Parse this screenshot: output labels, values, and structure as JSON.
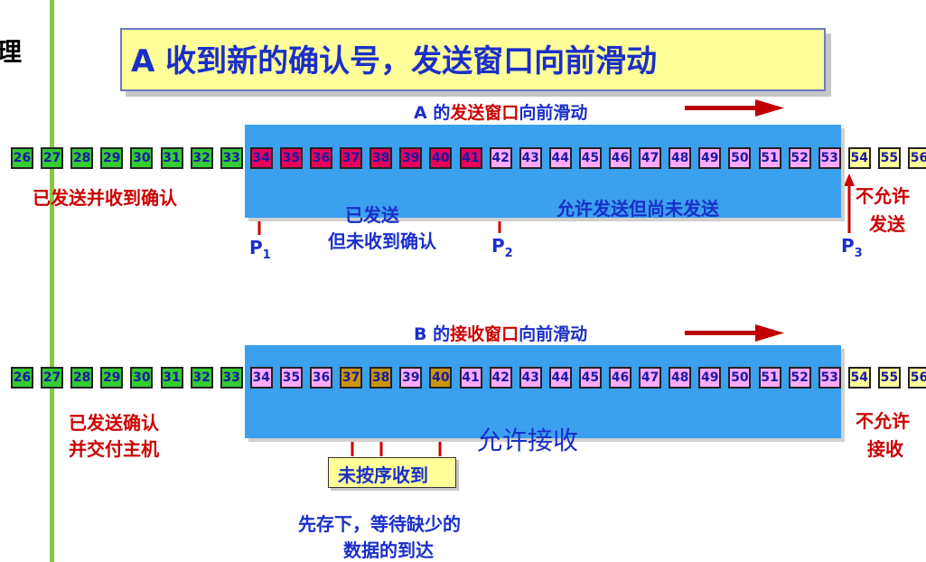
{
  "edge_char": "理",
  "title": "A 收到新的确认号，发送窗口向前滑动",
  "sender": {
    "heading_prefix": "A 的",
    "heading_red": "发送窗口",
    "heading_suffix": "向前滑动",
    "cells": [
      {
        "n": "26",
        "c": "g"
      },
      {
        "n": "27",
        "c": "g"
      },
      {
        "n": "28",
        "c": "g"
      },
      {
        "n": "29",
        "c": "g"
      },
      {
        "n": "30",
        "c": "g"
      },
      {
        "n": "31",
        "c": "g"
      },
      {
        "n": "32",
        "c": "g"
      },
      {
        "n": "33",
        "c": "g"
      },
      {
        "n": "34",
        "c": "r"
      },
      {
        "n": "35",
        "c": "r"
      },
      {
        "n": "36",
        "c": "r"
      },
      {
        "n": "37",
        "c": "r"
      },
      {
        "n": "38",
        "c": "r"
      },
      {
        "n": "39",
        "c": "r"
      },
      {
        "n": "40",
        "c": "r"
      },
      {
        "n": "41",
        "c": "r"
      },
      {
        "n": "42",
        "c": "p"
      },
      {
        "n": "43",
        "c": "p"
      },
      {
        "n": "44",
        "c": "p"
      },
      {
        "n": "45",
        "c": "p"
      },
      {
        "n": "46",
        "c": "p"
      },
      {
        "n": "47",
        "c": "p"
      },
      {
        "n": "48",
        "c": "p"
      },
      {
        "n": "49",
        "c": "p"
      },
      {
        "n": "50",
        "c": "p"
      },
      {
        "n": "51",
        "c": "p"
      },
      {
        "n": "52",
        "c": "p"
      },
      {
        "n": "53",
        "c": "p"
      },
      {
        "n": "54",
        "c": "y"
      },
      {
        "n": "55",
        "c": "y"
      },
      {
        "n": "56",
        "c": "y"
      }
    ],
    "label_acked": "已发送并收到确认",
    "label_sent_line1": "已发送",
    "label_sent_line2": "但未收到确认",
    "label_allowed": "允许发送但尚未发送",
    "label_not_allowed_line1": "不允许",
    "label_not_allowed_line2": "发送",
    "p1": "P",
    "p1_sub": "1",
    "p2": "P",
    "p2_sub": "2",
    "p3": "P",
    "p3_sub": "3"
  },
  "receiver": {
    "heading_prefix": "B 的",
    "heading_red": "接收窗口",
    "heading_suffix": "向前滑动",
    "cells": [
      {
        "n": "26",
        "c": "g"
      },
      {
        "n": "27",
        "c": "g"
      },
      {
        "n": "28",
        "c": "g"
      },
      {
        "n": "29",
        "c": "g"
      },
      {
        "n": "30",
        "c": "g"
      },
      {
        "n": "31",
        "c": "g"
      },
      {
        "n": "32",
        "c": "g"
      },
      {
        "n": "33",
        "c": "g"
      },
      {
        "n": "34",
        "c": "p"
      },
      {
        "n": "35",
        "c": "p"
      },
      {
        "n": "36",
        "c": "p"
      },
      {
        "n": "37",
        "c": "o"
      },
      {
        "n": "38",
        "c": "o"
      },
      {
        "n": "39",
        "c": "p"
      },
      {
        "n": "40",
        "c": "o"
      },
      {
        "n": "41",
        "c": "p"
      },
      {
        "n": "42",
        "c": "p"
      },
      {
        "n": "43",
        "c": "p"
      },
      {
        "n": "44",
        "c": "p"
      },
      {
        "n": "45",
        "c": "p"
      },
      {
        "n": "46",
        "c": "p"
      },
      {
        "n": "47",
        "c": "p"
      },
      {
        "n": "48",
        "c": "p"
      },
      {
        "n": "49",
        "c": "p"
      },
      {
        "n": "50",
        "c": "p"
      },
      {
        "n": "51",
        "c": "p"
      },
      {
        "n": "52",
        "c": "p"
      },
      {
        "n": "53",
        "c": "p"
      },
      {
        "n": "54",
        "c": "y"
      },
      {
        "n": "55",
        "c": "y"
      },
      {
        "n": "56",
        "c": "y"
      }
    ],
    "label_delivered_line1": "已发送确认",
    "label_delivered_line2": "并交付主机",
    "label_allowed": "允许接收",
    "label_not_allowed_line1": "不允许",
    "label_not_allowed_line2": "接收",
    "note_box": "未按序收到",
    "note_line1": "先存下，等待缺少的",
    "note_line2": "数据的到达"
  }
}
